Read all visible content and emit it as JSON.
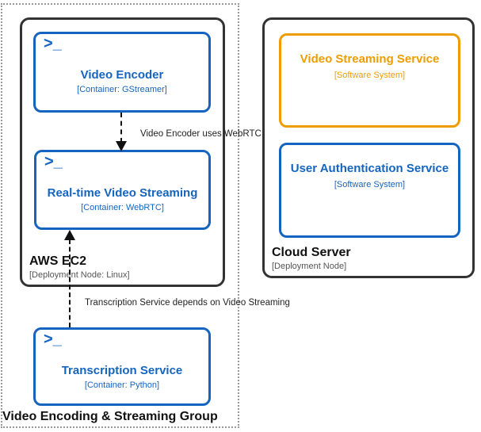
{
  "group": {
    "label": "Video Encoding & Streaming Group"
  },
  "nodes": {
    "aws": {
      "title": "AWS EC2",
      "meta": "[Deployment Node: Linux]"
    },
    "cloud": {
      "title": "Cloud Server",
      "meta": "[Deployment Node]"
    }
  },
  "boxes": {
    "encoder": {
      "title": "Video Encoder",
      "meta": "[Container: GStreamer]"
    },
    "realtime": {
      "title": "Real-time Video Streaming",
      "meta": "[Container: WebRTC]"
    },
    "transcription": {
      "title": "Transcription Service",
      "meta": "[Container: Python]"
    },
    "streaming": {
      "title": "Video Streaming Service",
      "meta": "[Software System]"
    },
    "auth": {
      "title": "User Authentication Service",
      "meta": "[Software System]"
    }
  },
  "relationships": {
    "encoder_uses_webrtc": {
      "label": "Video Encoder uses WebRTC"
    },
    "transcription_depends": {
      "label": "Transcription Service depends on Video Streaming"
    }
  },
  "icons": {
    "terminal": ">_"
  },
  "colors": {
    "container_blue": "#1565C0",
    "system_orange": "#EE9D00",
    "node_border": "#333333",
    "group_border": "#999999",
    "arrow": "#111111"
  }
}
